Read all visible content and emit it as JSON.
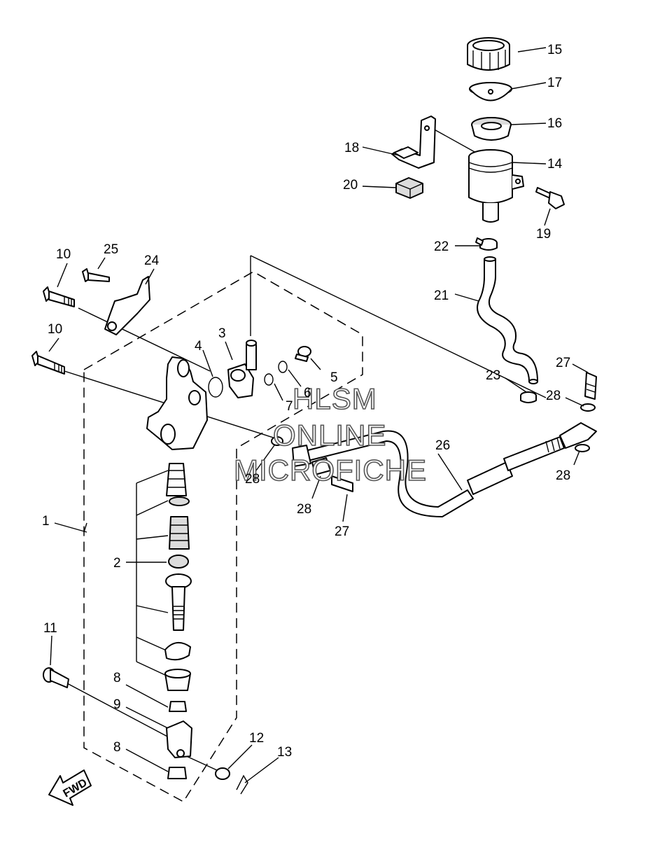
{
  "diagram": {
    "callouts": {
      "c1": "1",
      "c2": "2",
      "c3": "3",
      "c4": "4",
      "c5": "5",
      "c6": "6",
      "c7": "7",
      "c8a": "8",
      "c8b": "8",
      "c9": "9",
      "c10a": "10",
      "c10b": "10",
      "c11": "11",
      "c12": "12",
      "c13": "13",
      "c14": "14",
      "c15": "15",
      "c16": "16",
      "c17": "17",
      "c18": "18",
      "c19": "19",
      "c20": "20",
      "c21": "21",
      "c22": "22",
      "c23": "23",
      "c24": "24",
      "c25": "25",
      "c26": "26",
      "c27a": "27",
      "c27b": "27",
      "c28a": "28",
      "c28b": "28",
      "c28c": "28",
      "c28d": "28"
    },
    "watermark": [
      "HLSM",
      "ONLINE",
      "MICROFICHE"
    ],
    "direction_label": "FWD"
  }
}
